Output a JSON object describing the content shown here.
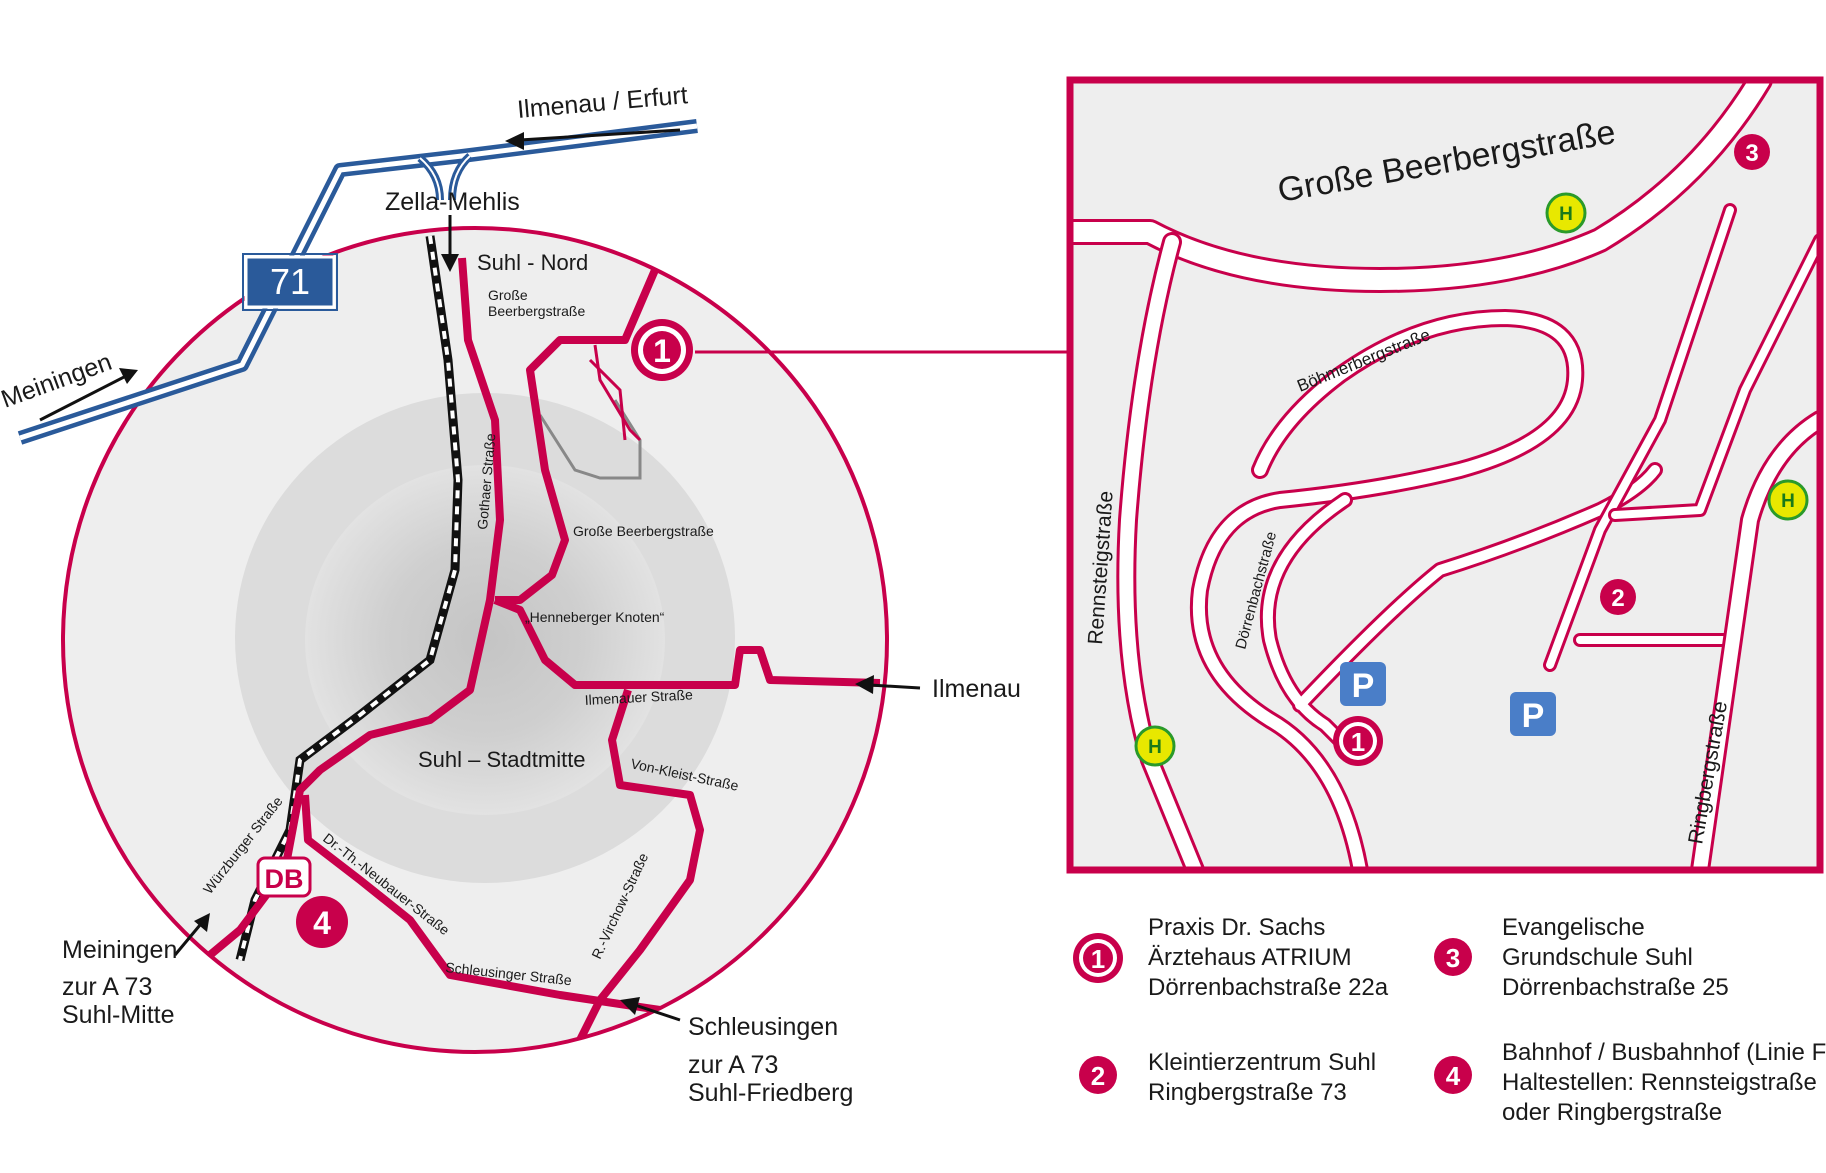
{
  "overview": {
    "destinations": {
      "ilmenau_erfurt": "Ilmenau / Erfurt",
      "zella_mehlis": "Zella-Mehlis",
      "meiningen_top": "Meiningen",
      "ilmenau_east": "Ilmenau",
      "meiningen_bottom": "Meiningen",
      "zur_a73_mitte": "zur A 73",
      "suhl_mitte": "Suhl-Mitte",
      "schleusingen": "Schleusingen",
      "zur_a73_friedberg": "zur A 73",
      "suhl_friedberg": "Suhl-Friedberg"
    },
    "highway_shield": "71",
    "district_labels": {
      "suhl_nord": "Suhl - Nord",
      "suhl_stadtmitte": "Suhl – Stadtmitte",
      "henneberger_knoten": "„Henneberger Knoten“"
    },
    "streets": {
      "grosse_beerbergstrasse_top_1": "Große",
      "grosse_beerbergstrasse_top_2": "Beerbergstraße",
      "grosse_beerbergstrasse_mid": "Große Beerbergstraße",
      "gothaer_strasse": "Gothaer Straße",
      "ilmenauer_strasse": "Ilmenauer Straße",
      "von_kleist_strasse": "Von-Kleist-Straße",
      "wuerzburger_strasse": "Würzburger Straße",
      "dr_th_neubauer_strasse": "Dr.-Th.-Neubauer-Straße",
      "schleusinger_strasse": "Schleusinger Straße",
      "r_virchow_strasse": "R.-Virchow-Straße"
    },
    "rail_badge": "DB",
    "markers": {
      "one": "1",
      "four": "4"
    }
  },
  "detail": {
    "streets": {
      "grosse_beerbergstrasse": "Große Beerbergstraße",
      "boehmerbergstrasse": "Böhmerbergstraße",
      "rennsteigstrasse": "Rennsteigstraße",
      "doerrenbachstrasse": "Dörrenbachstraße",
      "ringbergstrasse": "Ringbergstraße"
    },
    "bus_stop_symbol": "H",
    "parking_symbol": "P",
    "markers": {
      "one": "1",
      "two": "2",
      "three": "3"
    }
  },
  "legend": [
    {
      "number": "1",
      "line1": "Praxis Dr. Sachs",
      "line2": "Ärztehaus ATRIUM",
      "line3": "Dörrenbachstraße 22a"
    },
    {
      "number": "2",
      "line1": "Kleintierzentrum Suhl",
      "line2": "Ringbergstraße 73",
      "line3": ""
    },
    {
      "number": "3",
      "line1": "Evangelische",
      "line2": "Grundschule Suhl",
      "line3": "Dörrenbachstraße 25"
    },
    {
      "number": "4",
      "line1": "Bahnhof / Busbahnhof (Linie F)",
      "line2": "Haltestellen: Rennsteigstraße",
      "line3": "oder Ringbergstraße"
    }
  ],
  "colors": {
    "accent": "#c8004b",
    "highway": "#2a5a9a",
    "map_bg": "#eeeeee",
    "city_inner": "#cdcdcd",
    "bus_stop_fill": "#e8e800",
    "parking_fill": "#4a7ec8"
  }
}
